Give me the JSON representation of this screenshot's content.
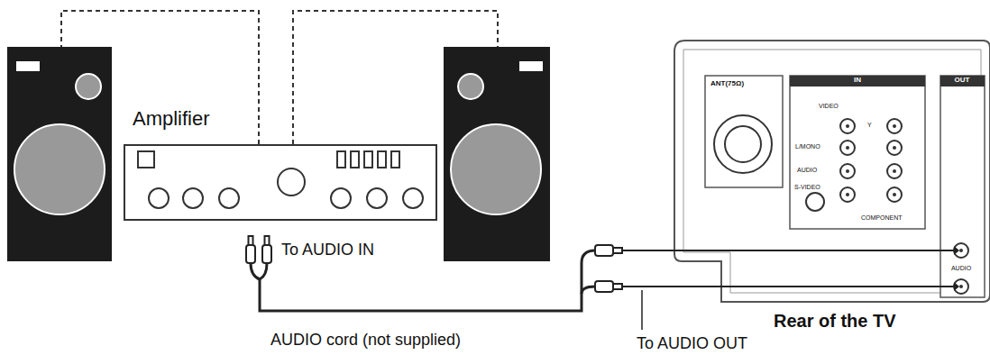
{
  "diagram": {
    "nodes": [
      {
        "text": [
          "Amplifier"
        ]
      },
      {
        "text": [
          "Rear of the TV"
        ]
      }
    ],
    "edges": [],
    "labels": [
      "IN",
      "OUT",
      "ANT(75Ω)",
      "VIDEO",
      "Y",
      "L/MONO",
      "AUDIO",
      "S-VIDEO",
      "COMPONENT",
      "AUDIO",
      "To AUDIO IN",
      "AUDIO cord (not supplied)",
      "To AUDIO OUT"
    ]
  }
}
